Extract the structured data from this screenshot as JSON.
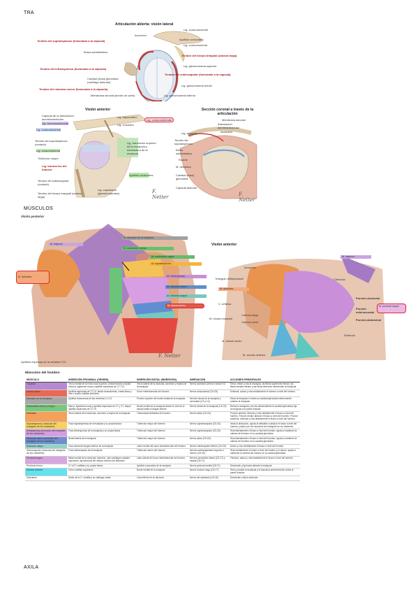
{
  "page": {
    "heading_top": "TRA",
    "heading_mid": "MÚSCULOS",
    "heading_bottom": "AXILA"
  },
  "top_figure": {
    "title": "Articulación abierta: visión lateral",
    "labels": [
      {
        "text": "Lig. coracoacromial",
        "red": false
      },
      {
        "text": "Acromion",
        "red": false
      },
      {
        "text": "Tendón del supraespinoso (fusionado a la cápsula)",
        "red": true
      },
      {
        "text": "Apófisis coracoides",
        "red": false
      },
      {
        "text": "Lig. coracohumeral",
        "red": false
      },
      {
        "text": "Bolsa subdeltoidea",
        "red": false
      },
      {
        "text": "Tendón del bíceps braquial (cabeza larga)",
        "red": true
      },
      {
        "text": "Lig. glenohumeral superior",
        "red": false
      },
      {
        "text": "Tendón del infraespinoso (fusionado a la cápsula)",
        "red": true
      },
      {
        "text": "Tendón del subescapular (fusionado a la cápsula)",
        "red": true
      },
      {
        "text": "Cavidad (fosa) glenoidea (cartílago articular)",
        "red": false
      },
      {
        "text": "Lig. glenohumeral medio",
        "red": false
      },
      {
        "text": "Tendón del redondo menor (fusionado a la cápsula)",
        "red": true
      },
      {
        "text": "Membrana sinovial (borde de corte)",
        "red": false
      },
      {
        "text": "Lig. glenohumeral inferior",
        "red": false
      }
    ]
  },
  "anterior_joint": {
    "title": "Visión anterior",
    "labels": [
      "Cápsula de la articulación acromioclavicular",
      "Lig. acromioclavicular",
      "Lig. coracoacromial",
      "Tendón del supraespinoso (cortado)",
      "Lig. coracohumeral",
      "Tubérculo mayor",
      "Lig. transverso del húmero",
      "Tendón del subescapular (cortado)",
      "Tendón del bíceps braquial (cabeza larga)",
      "Lig. trapezoideo",
      "Lig. conoideo",
      "Lig. coracoclavicular",
      "Lig. transverso superior de la escápula y escotadura de la escápula",
      "Apófisis coracoides",
      "Lig. capsulares (glenohumerales)"
    ],
    "highlighted_label": "Lig. coracoclavicular"
  },
  "coronal": {
    "title": "Sección coronal a través de la articulación",
    "labels": [
      "Membrana sinovial",
      "Articulación acromioclavicular",
      "Acromion",
      "Lig. capsular",
      "Tendón del supraespinoso",
      "Bolsa subdeltoidea",
      "Rodete",
      "M. deltoides",
      "Cavidad (fosa) glenoidea",
      "Cápsula articular"
    ]
  },
  "posterior": {
    "title": "Visión posterior",
    "boxes": [
      {
        "text": "M. elevador de la escápula",
        "color": "#9e9e9e"
      },
      {
        "text": "M. romboides menor",
        "color": "#64c46b"
      },
      {
        "text": "M. supraespinoso",
        "color": "#f5b43a"
      },
      {
        "text": "M. romboides mayor",
        "color": "#66bd6b"
      },
      {
        "text": "M. infraespinoso",
        "color": "#c98fd8"
      },
      {
        "text": "M. redondo menor",
        "color": "#5f8fc9"
      },
      {
        "text": "M. redondo mayor",
        "color": "#7bc7c0"
      },
      {
        "text": "M. dorsal ancho",
        "color": "#e05a4b"
      }
    ],
    "trapecio": "M. trapecio",
    "deltoides": "M. deltoides",
    "spine_note": "Apófisis espinosa de la vértebra T12"
  },
  "anterior_muscles": {
    "title": "Visión anterior",
    "labels": [
      "M. trapecio",
      "Acromion",
      "Triángulo deltopectoral",
      "Clavícula",
      "M. deltoides",
      "V. cefálica",
      "Cabeza larga",
      "Cabeza corta",
      "M. bíceps braquial",
      "M. dorsal ancho",
      "Esternón",
      "M. serrato anterior",
      "Porción clavicular",
      "Porción esternocostal",
      "Porción abdominal",
      "M. pectoral mayor"
    ]
  },
  "table": {
    "title": "Músculos del hombro",
    "headers": [
      "MÚSCULO",
      "INSERCIÓN PROXIMAL (ORIGEN)",
      "INSERCIÓN DISTAL (INSERCIÓN)",
      "INERVACIÓN",
      "ACCIONES PRINCIPALES"
    ],
    "rows": [
      {
        "color": "#b889d3",
        "cells": [
          "Trapecio",
          "Tercio medial de la línea nucal superior; protuberancia occipital externa, ligamento nucal y apófisis espinosas de C7-T12",
          "Tercio lateral de la clavícula, acromion y espina de la escápula",
          "Nervio accesorio (nervio craneal XI)",
          "Eleva, retrae y rota la escápula; las fibras superiores elevan, las fibras medias retraen y las fibras inferiores descienden la escápula"
        ]
      },
      {
        "color": "#e86a55",
        "cells": [
          "Dorsal ancho",
          "Apófisis espinosas de T7-L5, fascia toracolumbar, cresta ilíaca y tres o cuatro costillas inferiores",
          "Surco intertubercular del húmero",
          "Nervio toracodorsal (C6-C8)",
          "Extiende, aduce y rota medialmente el húmero a nivel del hombro"
        ]
      },
      {
        "color": "#a7a7a7",
        "cells": [
          "Elevador de la escápula",
          "Apófisis transversas de las vértebras C1-C4",
          "Porción superior del borde medial de la escápula",
          "Nervios dorsal de la escápula y cervicales (C3 y C4)",
          "Eleva la escápula e inclina su cavidad glenoidea inferiormente rotando la escápula"
        ]
      },
      {
        "color": "#78c97c",
        "cells": [
          "Romboides menor y mayor",
          "Menor: ligamento nucal y apófisis espinosas de C7 y T1. Mayor: apófisis espinosas de T2-T5",
          "Borde medial de la escápula desde el nivel de la espina hasta el ángulo inferior",
          "Nervio dorsal de la escápula (C4-C5)",
          "Retrae la escápula y la rota descendiendo la cavidad glenoidea; fija la escápula a la pared torácica"
        ]
      },
      {
        "color": "#f4a15c",
        "cells": [
          "Deltoides",
          "Tercio lateral de la clavícula, acromion y espina de la escápula",
          "Tuberosidad deltoidea del húmero",
          "Nervio axilar (C5-C6)",
          "Porción anterior: flexiona y rota medialmente el brazo a nivel del hombro. Porción media: abduce el brazo a nivel del hombro. Porción posterior: extiende y rota lateralmente el brazo a nivel del hombro"
        ]
      },
      {
        "color": "#f7d25a",
        "cells": [
          "Supraespinoso (músculo del manguito de los rotadores)",
          "Fosa supraespinosa de la escápula y su propia fascia",
          "Tubérculo mayor del húmero",
          "Nervio supraescapular (C5-C6)",
          "Inicia la abducción, ayuda al deltoides a abducir el brazo a nivel del hombro y actúa con los músculos del manguito de los rotadores"
        ]
      },
      {
        "color": "#d59ee0",
        "cells": [
          "Infraespinoso (músculo del manguito de los rotadores)",
          "Fosa infraespinosa de la escápula y su propia fascia",
          "Tubérculo mayor del húmero",
          "Nervio supraescapular (C5-C6)",
          "Rota lateralmente el brazo a nivel del hombro; ayuda a mantener la cabeza del húmero en la cavidad glenoidea"
        ]
      },
      {
        "color": "#6f8fce",
        "cells": [
          "Redondo menor (músculo del manguito de los rotadores)",
          "Borde lateral de la escápula",
          "Tubérculo mayor del húmero",
          "Nervio axilar (C5-C6)",
          "Rota lateralmente el brazo a nivel del hombro; ayuda a mantener la cabeza del húmero en la cavidad glenoidea"
        ]
      },
      {
        "color": "#8fd3c9",
        "cells": [
          "Redondo mayor",
          "Cara dorsal del ángulo inferior de la escápula",
          "Labio medial del surco intertubercular del húmero",
          "Nervio subescapular inferior (C5-C6)",
          "Aduce y rota medialmente el brazo a nivel del hombro"
        ]
      },
      {
        "color": "#ffffff",
        "cells": [
          "Subescapular (músculo del manguito de los rotadores)",
          "Fosa subescapular de la escápula",
          "Tubérculo menor del húmero",
          "Nervios subescapulares superior e inferior (C5-C6)",
          "Rota medialmente el brazo a nivel del hombro y lo aduce; ayuda a mantener la cabeza del húmero en la cavidad glenoidea"
        ]
      },
      {
        "color": "#d7a6e0",
        "cells": [
          "Pectoral mayor",
          "Mitad medial de la clavícula; esternón, seis cartílagos costales superiores; aponeurosis del oblicuo externo del abdomen",
          "Labio lateral del surco intertubercular del húmero",
          "Nervios pectorales lateral (C5-C7) y medial (C8-T1)",
          "Flexiona, aduce y rota medialmente el brazo a nivel del hombro"
        ]
      },
      {
        "color": "#ffffff",
        "cells": [
          "Pectoral menor",
          "3.ª a 5.ª costillas y su propia fascia",
          "Apófisis coracoides de la escápula",
          "Nervio pectoral medial (C8-T1)",
          "Desciende y fija hacia delante la escápula"
        ]
      },
      {
        "color": "#63e3ee",
        "cells": [
          "Serrato anterior",
          "Ocho costillas superiores",
          "Borde medial de la escápula",
          "Nervio torácico largo (C5-C7)",
          "Rota y protrae la escápula y la tracciona anteriormente contra la pared torácica"
        ]
      },
      {
        "color": "#ffffff",
        "cells": [
          "Subclavio",
          "Unión de la 1.ª costilla y su cartílago costal",
          "Cara inferior de la clavícula",
          "Nervio del subclavio (C5-C6)",
          "Desciende y fija la clavícula"
        ]
      }
    ]
  },
  "signature": "F. Netter"
}
